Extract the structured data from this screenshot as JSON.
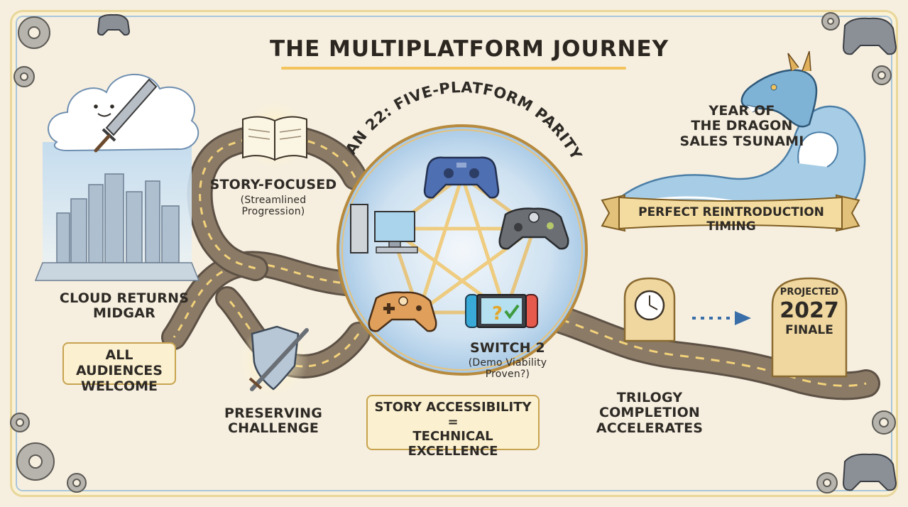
{
  "title": "THE MULTIPLATFORM JOURNEY",
  "center": {
    "arc_label": "JAN 22: FIVE-PLATFORM PARITY",
    "switch_label": "SWITCH 2",
    "switch_note_1": "(Demo Viability",
    "switch_note_2": "Proven?)"
  },
  "left": {
    "cloud_label_1": "CLOUD RETURNS",
    "cloud_label_2": "MIDGAR",
    "audiences_1": "ALL AUDIENCES",
    "audiences_2": "WELCOME"
  },
  "story": {
    "label": "STORY-FOCUSED",
    "note_1": "(Streamlined",
    "note_2": "Progression)"
  },
  "challenge": {
    "label_1": "PRESERVING",
    "label_2": "CHALLENGE"
  },
  "bottom_box": {
    "line_1": "STORY ACCESSIBILITY",
    "line_2": "=",
    "line_3": "TECHNICAL EXCELLENCE"
  },
  "dragon": {
    "line_1": "YEAR OF",
    "line_2": "THE DRAGON",
    "line_3": "SALES TSUNAMI",
    "banner": "PERFECT REINTRODUCTION TIMING"
  },
  "finale": {
    "small": "PROJECTED",
    "year": "2027",
    "label": "FINALE",
    "trilogy_1": "TRILOGY",
    "trilogy_2": "COMPLETION",
    "trilogy_3": "ACCELERATES"
  },
  "colors": {
    "road": "#8a7a66",
    "road_edge": "#5d5145",
    "dash": "#f3d27a",
    "circle_fill": "#cfe2f1",
    "circle_ring": "#d9ab58",
    "pentagram": "#f0c66a",
    "wave": "#7fb3d6",
    "banner": "#f4dca0",
    "tomb": "#efd79f"
  }
}
